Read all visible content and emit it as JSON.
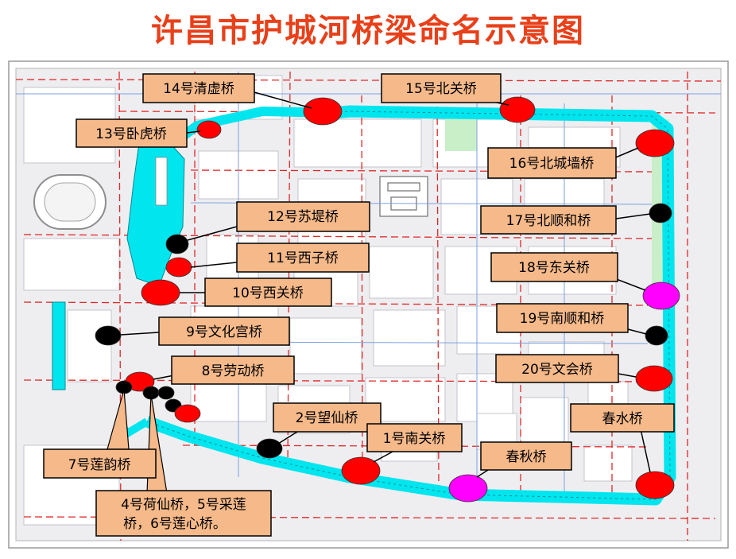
{
  "title": "许昌市护城河桥梁命名示意图",
  "colors": {
    "title": "#e8401a",
    "label_fill": "#f5b98a",
    "river": "#00e5ee",
    "bridge_red": "#ff0000",
    "bridge_black": "#000000",
    "bridge_magenta": "#ff00ff"
  },
  "bridges": [
    {
      "id": "14",
      "label": "14号清虚桥",
      "color": "red"
    },
    {
      "id": "15",
      "label": "15号北关桥",
      "color": "red"
    },
    {
      "id": "13",
      "label": "13号卧虎桥",
      "color": "red"
    },
    {
      "id": "16",
      "label": "16号北城墙桥",
      "color": "red"
    },
    {
      "id": "12",
      "label": "12号苏堤桥",
      "color": "black"
    },
    {
      "id": "17",
      "label": "17号北顺和桥",
      "color": "black"
    },
    {
      "id": "11",
      "label": "11号西子桥",
      "color": "red"
    },
    {
      "id": "18",
      "label": "18号东关桥",
      "color": "magenta"
    },
    {
      "id": "10",
      "label": "10号西关桥",
      "color": "red"
    },
    {
      "id": "19",
      "label": "19号南顺和桥",
      "color": "black"
    },
    {
      "id": "9",
      "label": "9号文化宫桥",
      "color": "black"
    },
    {
      "id": "8",
      "label": "8号劳动桥",
      "color": "red"
    },
    {
      "id": "20",
      "label": "20号文会桥",
      "color": "red"
    },
    {
      "id": "2",
      "label": "2号望仙桥",
      "color": "black"
    },
    {
      "id": "1",
      "label": "1号南关桥",
      "color": "red"
    },
    {
      "id": "chunshui",
      "label": "春水桥",
      "color": "red"
    },
    {
      "id": "chunqiu",
      "label": "春秋桥",
      "color": "magenta"
    },
    {
      "id": "7",
      "label": "7号莲韵桥",
      "color": "black"
    },
    {
      "id": "4-6",
      "label_line1": "4号荷仙桥，5号采莲",
      "label_line2": "桥，6号莲心桥。",
      "color": "black/red"
    }
  ]
}
